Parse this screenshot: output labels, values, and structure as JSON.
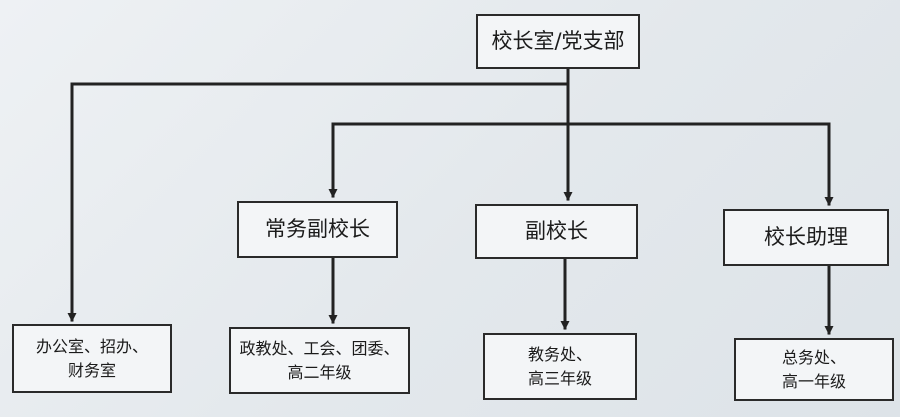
{
  "nodes": {
    "root": "校长室/党支部",
    "vp_executive": "常务副校长",
    "vp": "副校长",
    "assistant": "校长助理",
    "office": [
      "办公室、招办、",
      "财务室"
    ],
    "grade2": [
      "政教处、工会、团委、",
      "高二年级"
    ],
    "grade3": [
      "教务处、",
      "高三年级"
    ],
    "grade1": [
      "总务处、",
      "高一年级"
    ]
  },
  "colors": {
    "line": "#222222",
    "border": "#2a2a2a",
    "box_fill": "#f3f5f7"
  }
}
